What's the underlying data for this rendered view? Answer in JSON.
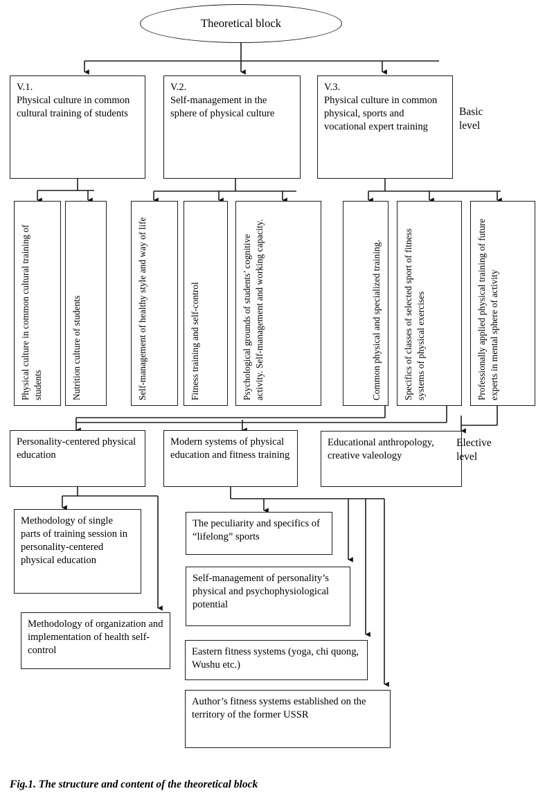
{
  "figure": {
    "caption": "Fig.1. The structure and content of the theoretical block",
    "root": "Theoretical block",
    "level_labels": {
      "basic": "Basic\nlevel",
      "elective": "Elective\nlevel"
    }
  },
  "basic_level": {
    "modules": [
      {
        "code": "V.1.",
        "title": "Physical culture in common cultural training of students"
      },
      {
        "code": "V.2.",
        "title": "Self-management in the sphere of physical culture"
      },
      {
        "code": "V.3.",
        "title": "Physical culture in common physical, sports and vocational expert training"
      }
    ],
    "topics": [
      {
        "text": "Physical culture in common cultural training of students",
        "parent": "V.1.",
        "align": "bottom"
      },
      {
        "text": "Nutrition culture of students",
        "parent": "V.1.",
        "align": "bottom"
      },
      {
        "text": "Self-management of healthy style and way of life",
        "parent": "V.2.",
        "align": "bottom"
      },
      {
        "text": "Fitness training and self-control",
        "parent": "V.2.",
        "align": "bottom"
      },
      {
        "text": "Psychological grounds of students’ cognitive activity. Self-management and working capacity.",
        "parent": "V.2.",
        "align": "bottom"
      },
      {
        "text": "Common physical and specialized training.",
        "parent": "V.3.",
        "align": "top"
      },
      {
        "text": "Specifics of classes of selected sport of fitness systems of physical exercises",
        "parent": "V.3.",
        "align": "bottom"
      },
      {
        "text": "Professionally applied physical training of future experts in mental sphere of activity",
        "parent": "V.3.",
        "align": "bottom"
      }
    ]
  },
  "elective_level": {
    "courses": [
      {
        "text": "Personality-centered physical education"
      },
      {
        "text": "Modern systems of physical education and fitness training"
      },
      {
        "text": "Educational anthropology, creative valeology"
      }
    ],
    "subcourses": [
      {
        "text": "Methodology of single parts of training session in personality-centered physical education",
        "parent": "Personality-centered physical education"
      },
      {
        "text": "Methodology of organization and implementation of health self-control",
        "parent": "Personality-centered physical education"
      },
      {
        "text": "The peculiarity and specifics of “lifelong” sports",
        "parent": "Modern systems of physical education and fitness training"
      },
      {
        "text": "Self-management of personality’s physical and psychophysiological potential",
        "parent": "Modern systems of physical education and fitness training"
      },
      {
        "text": "Eastern fitness systems (yoga, chi quong, Wushu etc.)",
        "parent": "Modern systems of physical education and fitness training"
      },
      {
        "text": "Author’s fitness systems established on the territory of the former USSR",
        "parent": "Modern systems of physical education and fitness training"
      }
    ]
  },
  "style": {
    "stroke": "#1a1a1a",
    "background": "#ffffff"
  }
}
